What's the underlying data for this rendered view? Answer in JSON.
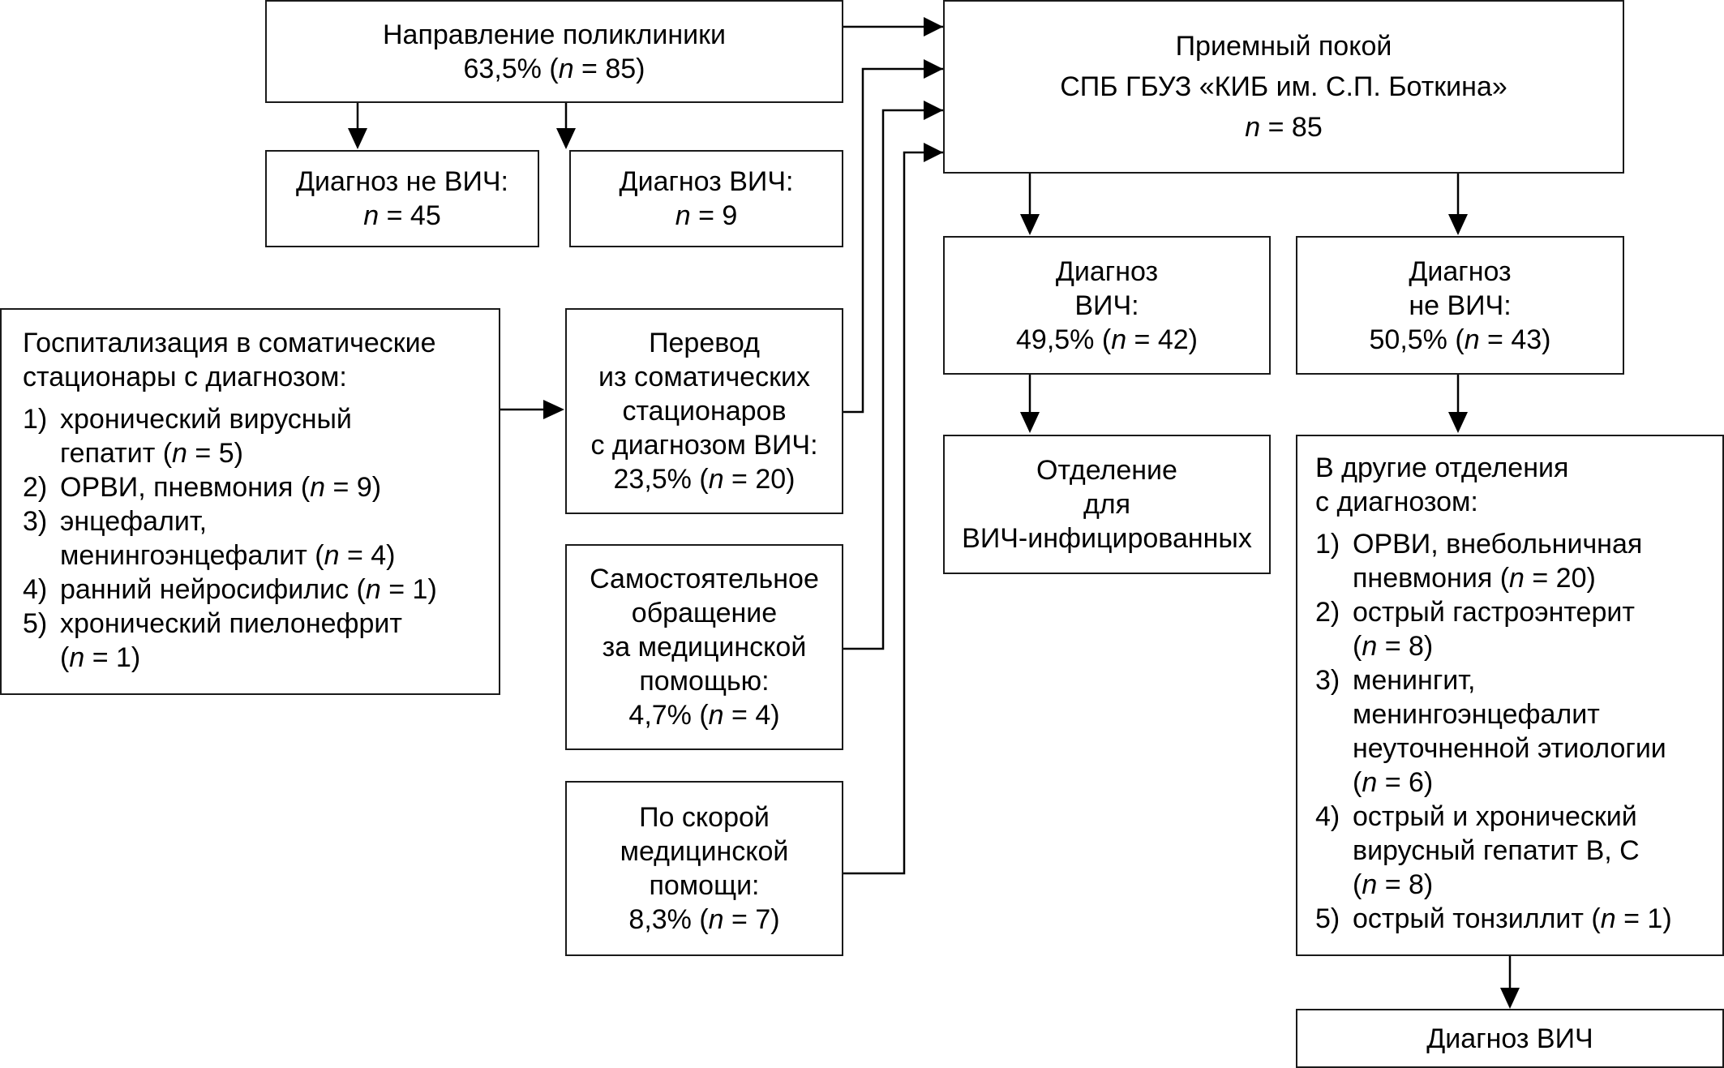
{
  "polyclinic": {
    "title": "Направление поликлиники",
    "stat_prefix": "63,5% (",
    "n_label": "n",
    "stat_suffix": " = 85)"
  },
  "polyclinic_not_hiv": {
    "title": "Диагноз не ВИЧ:",
    "n_label": "n",
    "value": " = 45"
  },
  "polyclinic_hiv": {
    "title": "Диагноз ВИЧ:",
    "n_label": "n",
    "value": " = 9"
  },
  "reception": {
    "line1": "Приемный покой",
    "line2": "СПБ ГБУЗ «КИБ им. С.П. Боткина»",
    "n_label": "n",
    "value": " = 85"
  },
  "somatic_hospitalization": {
    "title_line1": "Госпитализация в соматические",
    "title_line2": "стационары с диагнозом:",
    "items": [
      {
        "num": "1)",
        "lines": [
          "хронический вирусный",
          "гепатит ("
        ],
        "n": "n",
        "tail": " = 5)"
      },
      {
        "num": "2)",
        "lines": [
          "ОРВИ, пневмония ("
        ],
        "n": "n",
        "tail": " = 9)"
      },
      {
        "num": "3)",
        "lines": [
          "энцефалит,",
          "менингоэнцефалит ("
        ],
        "n": "n",
        "tail": " = 4)"
      },
      {
        "num": "4)",
        "lines": [
          "ранний нейросифилис ("
        ],
        "n": "n",
        "tail": " = 1)"
      },
      {
        "num": "5)",
        "lines": [
          "хронический пиелонефрит",
          "("
        ],
        "n": "n",
        "tail": " = 1)"
      }
    ]
  },
  "transfer": {
    "lines": [
      "Перевод",
      "из соматических",
      "стационаров",
      "с диагнозом ВИЧ:"
    ],
    "stat_prefix": "23,5% (",
    "n_label": "n",
    "stat_suffix": " = 20)"
  },
  "self_referral": {
    "lines": [
      "Самостоятельное",
      "обращение",
      "за медицинской",
      "помощью:"
    ],
    "stat_prefix": "4,7% (",
    "n_label": "n",
    "stat_suffix": " = 4)"
  },
  "ambulance": {
    "lines": [
      "По скорой",
      "медицинской",
      "помощи:"
    ],
    "stat_prefix": "8,3% (",
    "n_label": "n",
    "stat_suffix": " = 7)"
  },
  "reception_hiv": {
    "lines": [
      "Диагноз",
      "ВИЧ:"
    ],
    "stat_prefix": "49,5% (",
    "n_label": "n",
    "stat_suffix": " = 42)"
  },
  "reception_not_hiv": {
    "lines": [
      "Диагноз",
      "не ВИЧ:"
    ],
    "stat_prefix": "50,5% (",
    "n_label": "n",
    "stat_suffix": " = 43)"
  },
  "hiv_department": {
    "lines": [
      "Отделение",
      "для",
      "ВИЧ-инфицированных"
    ]
  },
  "other_departments": {
    "title_line1": "В другие отделения",
    "title_line2": "с диагнозом:",
    "items": [
      {
        "num": "1)",
        "lines": [
          "ОРВИ, внебольничная",
          "пневмония ("
        ],
        "n": "n",
        "tail": " = 20)"
      },
      {
        "num": "2)",
        "lines": [
          "острый гастроэнтерит",
          "("
        ],
        "n": "n",
        "tail": " = 8)"
      },
      {
        "num": "3)",
        "lines": [
          "менингит,",
          "менингоэнцефалит",
          "неуточненной этиологии",
          "("
        ],
        "n": "n",
        "tail": " = 6)"
      },
      {
        "num": "4)",
        "lines": [
          "острый и хронический",
          "вирусный гепатит В, С",
          "("
        ],
        "n": "n",
        "tail": " = 8)"
      },
      {
        "num": "5)",
        "lines": [
          "острый тонзиллит ("
        ],
        "n": "n",
        "tail": " = 1)"
      }
    ]
  },
  "final_hiv": {
    "label": "Диагноз ВИЧ"
  }
}
